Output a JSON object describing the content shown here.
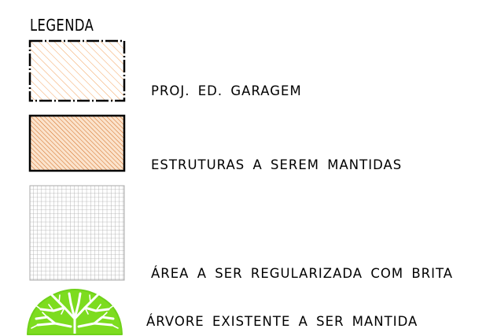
{
  "legend": {
    "title": "LEGENDA",
    "items": [
      {
        "label": "PROJ. ED. GARAGEM",
        "symbol": "hatch-light-dashed-border",
        "color": "#f4a460"
      },
      {
        "label": "ESTRUTURAS A SEREM MANTIDAS",
        "symbol": "hatch-dense-solid-border",
        "color": "#d2691e"
      },
      {
        "label": "ÁREA A SER REGULARIZADA COM BRITA",
        "symbol": "grid-pattern",
        "color": "#b0b0b0"
      },
      {
        "label": "ÁRVORE EXISTENTE A SER MANTIDA",
        "symbol": "tree-icon",
        "color": "#7ddc1f"
      }
    ]
  }
}
